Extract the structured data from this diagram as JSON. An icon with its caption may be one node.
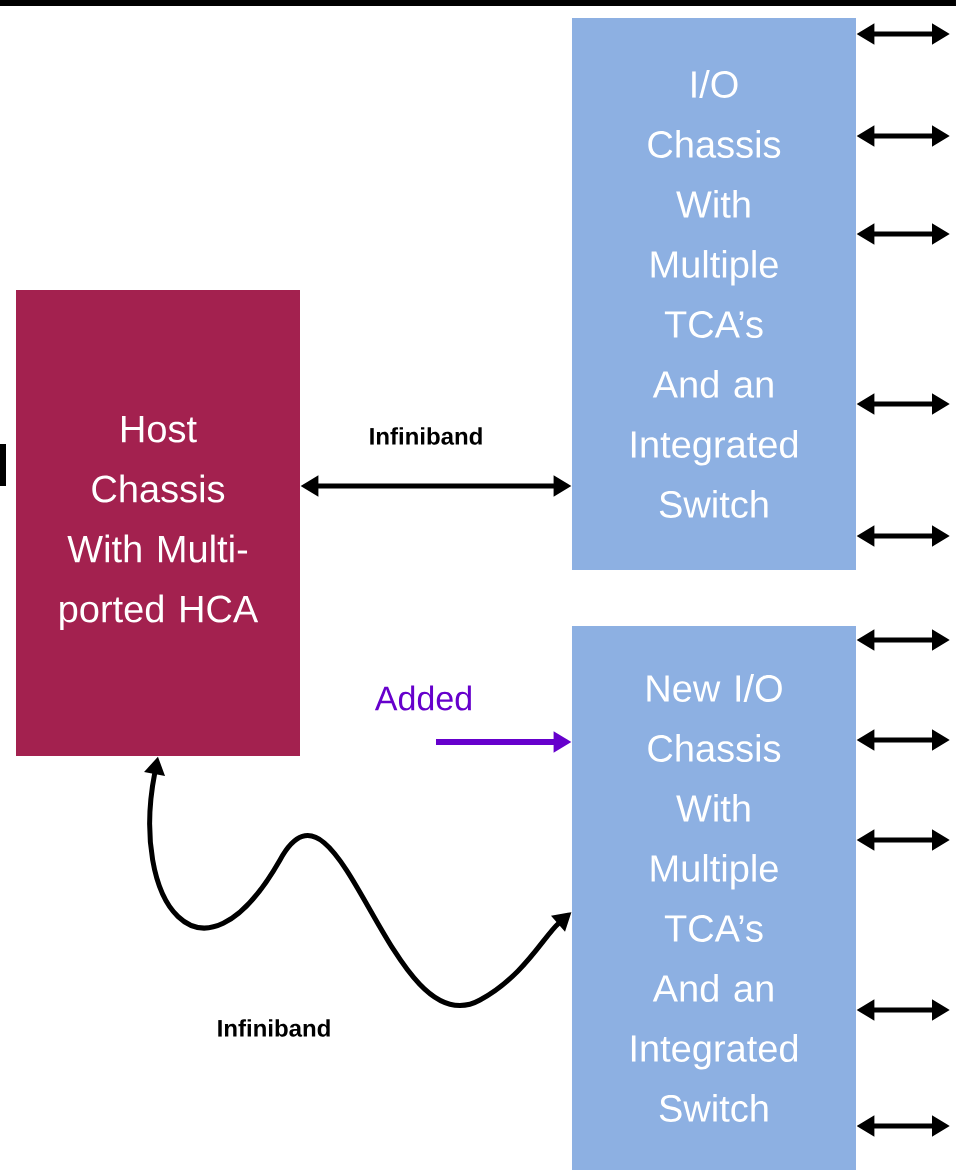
{
  "diagram": {
    "nodes": [
      {
        "text": [
          "Host Chassis With Multi-ported HCA"
        ]
      },
      {
        "text": [
          "I/O Chassis With Multiple TCA’s And an Integrated Switch"
        ]
      },
      {
        "text": [
          "New I/O Chassis With Multiple TCA’s And an Integrated Switch"
        ]
      }
    ],
    "edges": [
      {
        "from": 0,
        "to": 1,
        "arrow": "both",
        "label": "Infiniband"
      },
      {
        "from": 0,
        "to": 2,
        "arrow": "both",
        "label": "Infiniband"
      },
      {
        "from": null,
        "to": 2,
        "arrow": "to",
        "label": "Added",
        "color": "#6600cc"
      },
      {
        "from": 1,
        "to": null,
        "arrow": "both"
      },
      {
        "from": 1,
        "to": null,
        "arrow": "both"
      },
      {
        "from": 1,
        "to": null,
        "arrow": "both"
      },
      {
        "from": 1,
        "to": null,
        "arrow": "both"
      },
      {
        "from": 1,
        "to": null,
        "arrow": "both"
      },
      {
        "from": 2,
        "to": null,
        "arrow": "both"
      },
      {
        "from": 2,
        "to": null,
        "arrow": "both"
      },
      {
        "from": 2,
        "to": null,
        "arrow": "both"
      },
      {
        "from": 2,
        "to": null,
        "arrow": "both"
      },
      {
        "from": 2,
        "to": null,
        "arrow": "both"
      }
    ]
  }
}
